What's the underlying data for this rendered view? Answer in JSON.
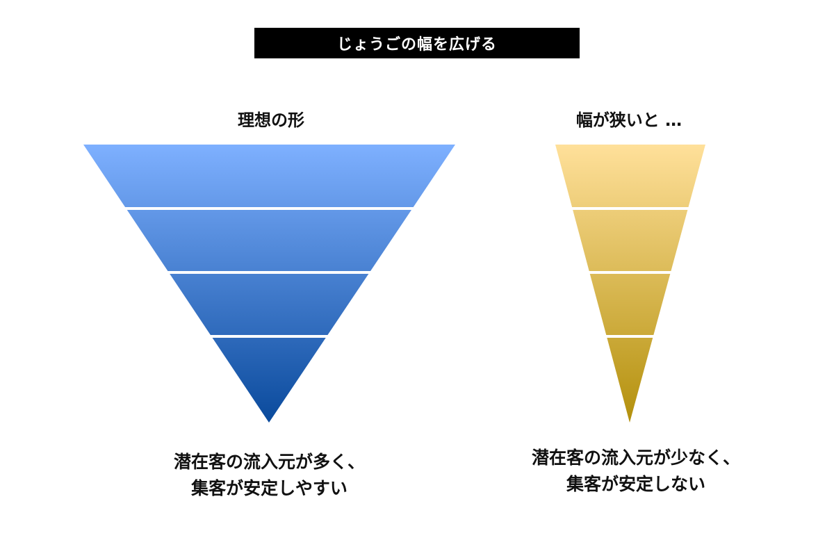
{
  "header": {
    "title": "じょうごの幅を広げる"
  },
  "left_panel": {
    "heading": "理想の形",
    "caption_line1": "潜在客の流入元が多く、",
    "caption_line2": "集客が安定しやすい",
    "color_top": "#7eb0ff",
    "color_bottom": "#0a4a9c"
  },
  "right_panel": {
    "heading": "幅が狭いと …",
    "caption_line1": "潜在客の流入元が少なく、",
    "caption_line2": "集客が安定しない",
    "color_top": "#ffe09a",
    "color_bottom": "#b3900c"
  },
  "funnel": {
    "segments": 4,
    "separator_color": "#ffffff"
  }
}
